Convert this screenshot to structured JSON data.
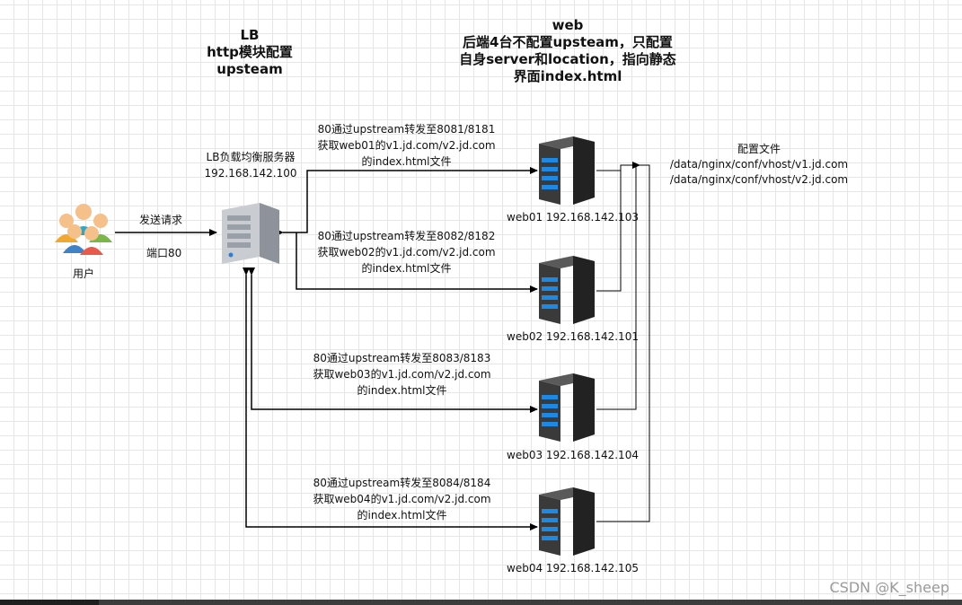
{
  "titles": {
    "lb": [
      "LB",
      "http模块配置",
      "upsteam"
    ],
    "web": [
      "web",
      "后端4台不配置upsteam，只配置",
      "自身server和location，指向静态",
      "界面index.html"
    ]
  },
  "user": {
    "label": "用户",
    "request_label": "发送请求",
    "port_label": "端口80"
  },
  "lb_server": {
    "name": "LB负载均衡服务器",
    "ip": "192.168.142.100"
  },
  "config": {
    "title": "配置文件",
    "paths": [
      "/data/nginx/conf/vhost/v1.jd.com",
      "/data/nginx/conf/vhost/v2.jd.com"
    ]
  },
  "routes": [
    {
      "lines": [
        "80通过upstream转发至8081/8181",
        "获取web01的v1.jd.com/v2.jd.com",
        "的index.html文件"
      ],
      "server_label": "web01 192.168.142.103"
    },
    {
      "lines": [
        "80通过upstream转发至8082/8182",
        "获取web02的v1.jd.com/v2.jd.com",
        "的index.html文件"
      ],
      "server_label": "web02 192.168.142.101"
    },
    {
      "lines": [
        "80通过upstream转发至8083/8183",
        "获取web03的v1.jd.com/v2.jd.com",
        "的index.html文件"
      ],
      "server_label": "web03 192.168.142.104"
    },
    {
      "lines": [
        "80通过upstream转发至8084/8184",
        "获取web04的v1.jd.com/v2.jd.com",
        "的index.html文件"
      ],
      "server_label": "web04 192.168.142.105"
    }
  ],
  "watermark": "CSDN @K_sheep",
  "colors": {
    "line": "#000000",
    "server_dark": "#333333",
    "server_led": "#1e88e5",
    "lb_body": "#c9ccd1"
  },
  "icons": {
    "users": "users-group-icon",
    "lb": "tower-server-icon",
    "web": "rack-server-icon"
  }
}
